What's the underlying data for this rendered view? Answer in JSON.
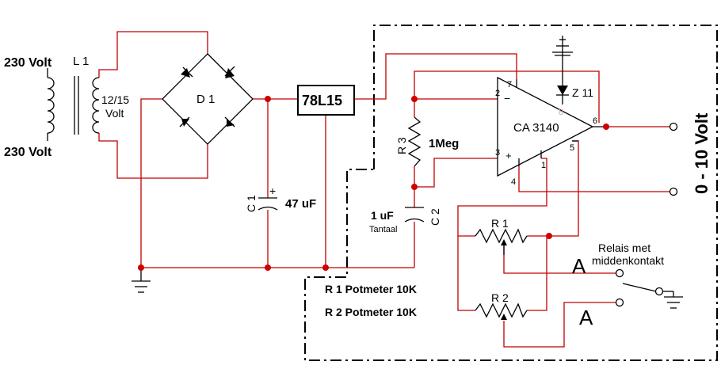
{
  "labels": {
    "mains_top": "230 Volt",
    "mains_bottom": "230 Volt",
    "transformer": "L 1",
    "secondary_v": "12/15",
    "secondary_unit": "Volt",
    "bridge": "D 1",
    "regulator": "78L15",
    "c1_name": "C 1",
    "c1_value": "47 uF",
    "c1_plus": "+",
    "r3_name": "R 3",
    "r3_value": "1Meg",
    "c2_value": "1 uF",
    "c2_type": "Tantaal",
    "c2_name": "C 2",
    "opamp": "CA 3140",
    "zener": "Z 11",
    "pin7": "7",
    "pin2": "2",
    "pin3": "3",
    "pin4": "4",
    "pin1": "1",
    "pin5": "5",
    "pin6": "6",
    "pin8": "8",
    "minus": "−",
    "plus": "+",
    "output_range": "0 - 10 Volt",
    "r1_name": "R 1",
    "r2_name": "R 2",
    "legend_r1": "R 1  Potmeter 10K",
    "legend_r2": "R 2  Potmeter 10K",
    "relay_line1": "Relais met",
    "relay_line2": "middenkontakt",
    "contact_a1": "A",
    "contact_a2": "A"
  },
  "colors": {
    "wire": "#c00000",
    "component": "#000000",
    "node": "#d00000"
  }
}
